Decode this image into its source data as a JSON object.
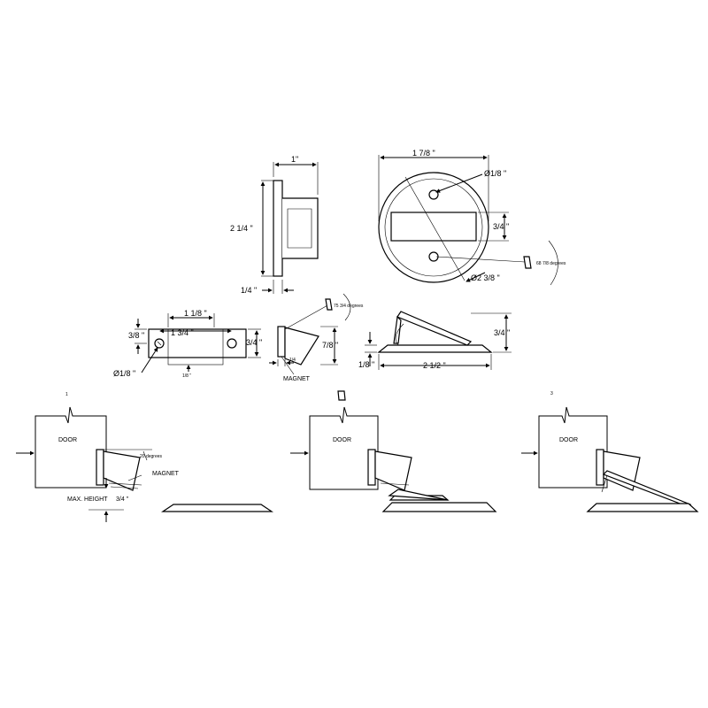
{
  "side_view": {
    "width": "1\"",
    "height": "2 1/4 \"",
    "depth": "1/4 \""
  },
  "top_view": {
    "width": "1 7/8 \"",
    "hole": "Ø1/8 \"",
    "slot": "3/4 \"",
    "diameter": "Ø2 3/8 \"",
    "angle": "68 7/8  degrees"
  },
  "magnet_plate": {
    "outer": "1 1/8 \"",
    "inner": "1 3/4 \"",
    "side_left": "3/8 \"",
    "side_right": "3/4 \"",
    "hole": "Ø1/8 \"",
    "bottom": "1/8 \""
  },
  "magnet_side": {
    "angle": "75 3/4  degrees",
    "height": "7/8  \"",
    "depth": "1/4",
    "label": "MAGNET"
  },
  "base_view": {
    "height": "3/4  \"",
    "base": "1/8 \"",
    "width": "2 1/2  \""
  },
  "steps": [
    {
      "number": "1",
      "door": "DOOR",
      "angle": "20 degrees",
      "magnet": "MAGNET",
      "max_height_label": "MAX. HEIGHT",
      "max_height_value": "3/4 \""
    },
    {
      "door": "DOOR"
    },
    {
      "number": "3",
      "door": "DOOR"
    }
  ]
}
